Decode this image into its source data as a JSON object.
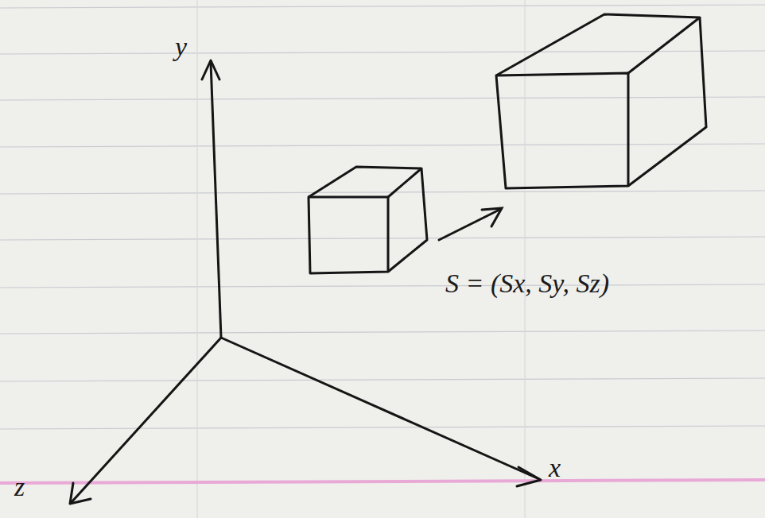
{
  "diagram": {
    "labels": [
      "y",
      "x",
      "z",
      "S = (Sx, Sy, Sz)"
    ]
  }
}
